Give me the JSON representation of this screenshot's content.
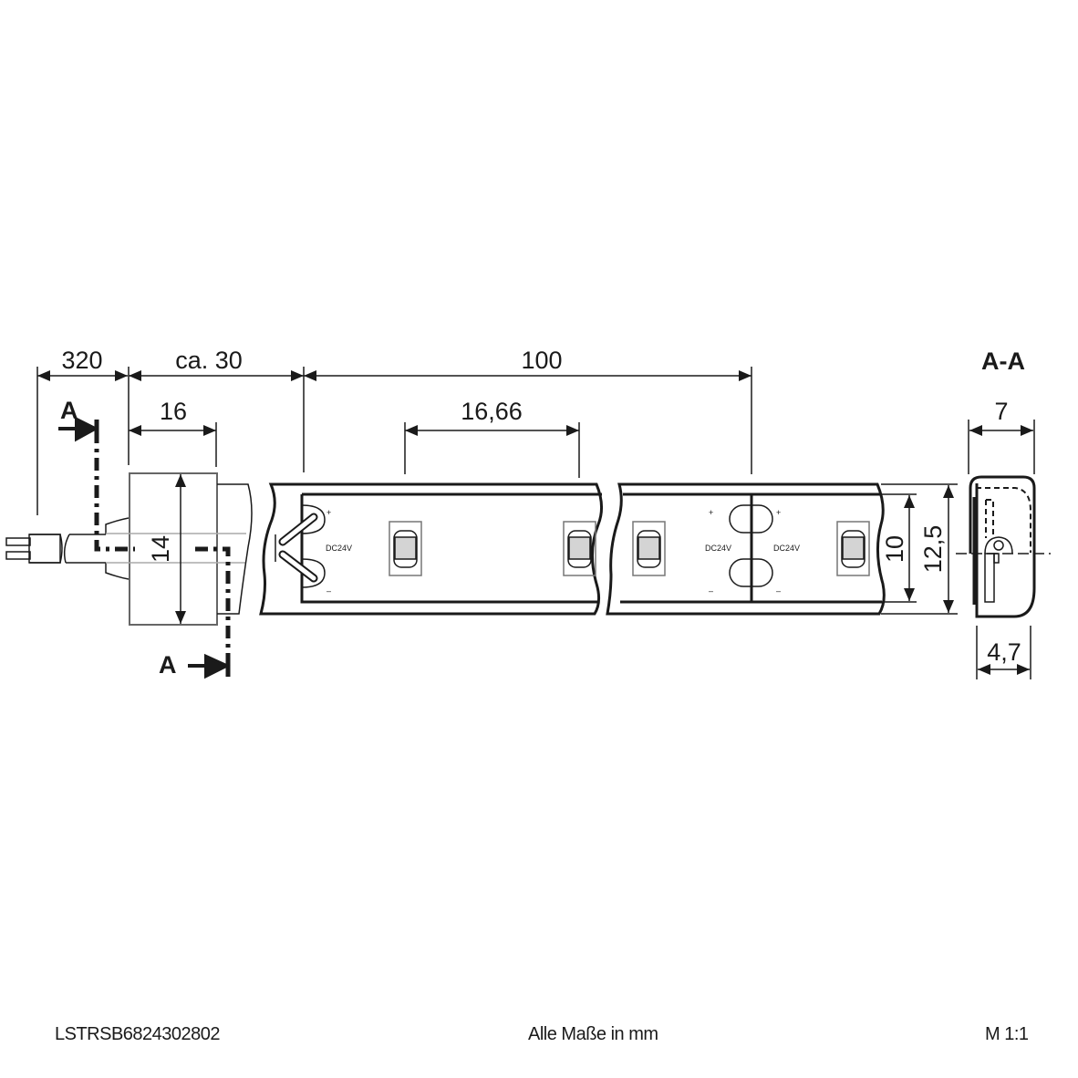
{
  "drawing": {
    "dimensions": {
      "cable_length": "320",
      "connector_length": "ca. 30",
      "connector_body": "16",
      "segment_length": "100",
      "led_pitch": "16,66",
      "connector_height": "14",
      "strip_width": "10",
      "profile_height": "12,5",
      "section_width": "7",
      "section_inner_width": "4,7"
    },
    "section_marker": "A",
    "section_title": "A-A",
    "strip_labels": {
      "voltage": "DC24V",
      "plus": "+",
      "minus": "–"
    },
    "colors": {
      "line": "#1a1a1a",
      "led_fill": "#d4d4d4",
      "housing_line": "#666666"
    }
  },
  "footer": {
    "article_number": "LSTRSB6824302802",
    "units_note": "Alle Maße in mm",
    "scale": "M 1:1"
  }
}
